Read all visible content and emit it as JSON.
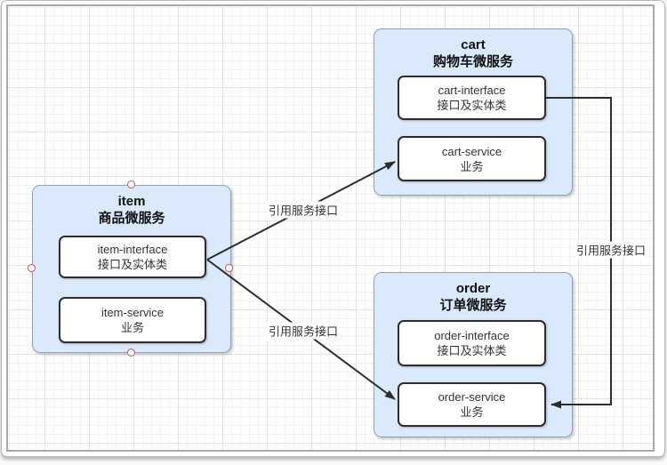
{
  "diagram": {
    "groups": [
      {
        "name": "item",
        "title": "item",
        "subtitle": "商品微服务",
        "modules": [
          {
            "title": "item-interface",
            "subtitle": "接口及实体类"
          },
          {
            "title": "item-service",
            "subtitle": "业务"
          }
        ]
      },
      {
        "name": "cart",
        "title": "cart",
        "subtitle": "购物车微服务",
        "modules": [
          {
            "title": "cart-interface",
            "subtitle": "接口及实体类"
          },
          {
            "title": "cart-service",
            "subtitle": "业务"
          }
        ]
      },
      {
        "name": "order",
        "title": "order",
        "subtitle": "订单微服务",
        "modules": [
          {
            "title": "order-interface",
            "subtitle": "接口及实体类"
          },
          {
            "title": "order-service",
            "subtitle": "业务"
          }
        ]
      }
    ],
    "edges": [
      {
        "from": "item-interface",
        "to": "cart-service",
        "label": "引用服务接口"
      },
      {
        "from": "item-interface",
        "to": "order-service",
        "label": "引用服务接口"
      },
      {
        "from": "cart-interface",
        "to": "order-service",
        "label": "引用服务接口"
      }
    ],
    "colors": {
      "group_fill": "#dbe9fc",
      "group_border": "#98a1ab",
      "module_fill": "#ffffff",
      "module_border": "#2d2d2d",
      "edge": "#2d2d2d",
      "connection_handle": "#c75450",
      "grid_minor": "#f3f3f3",
      "grid_major": "#e3e3e3"
    }
  }
}
